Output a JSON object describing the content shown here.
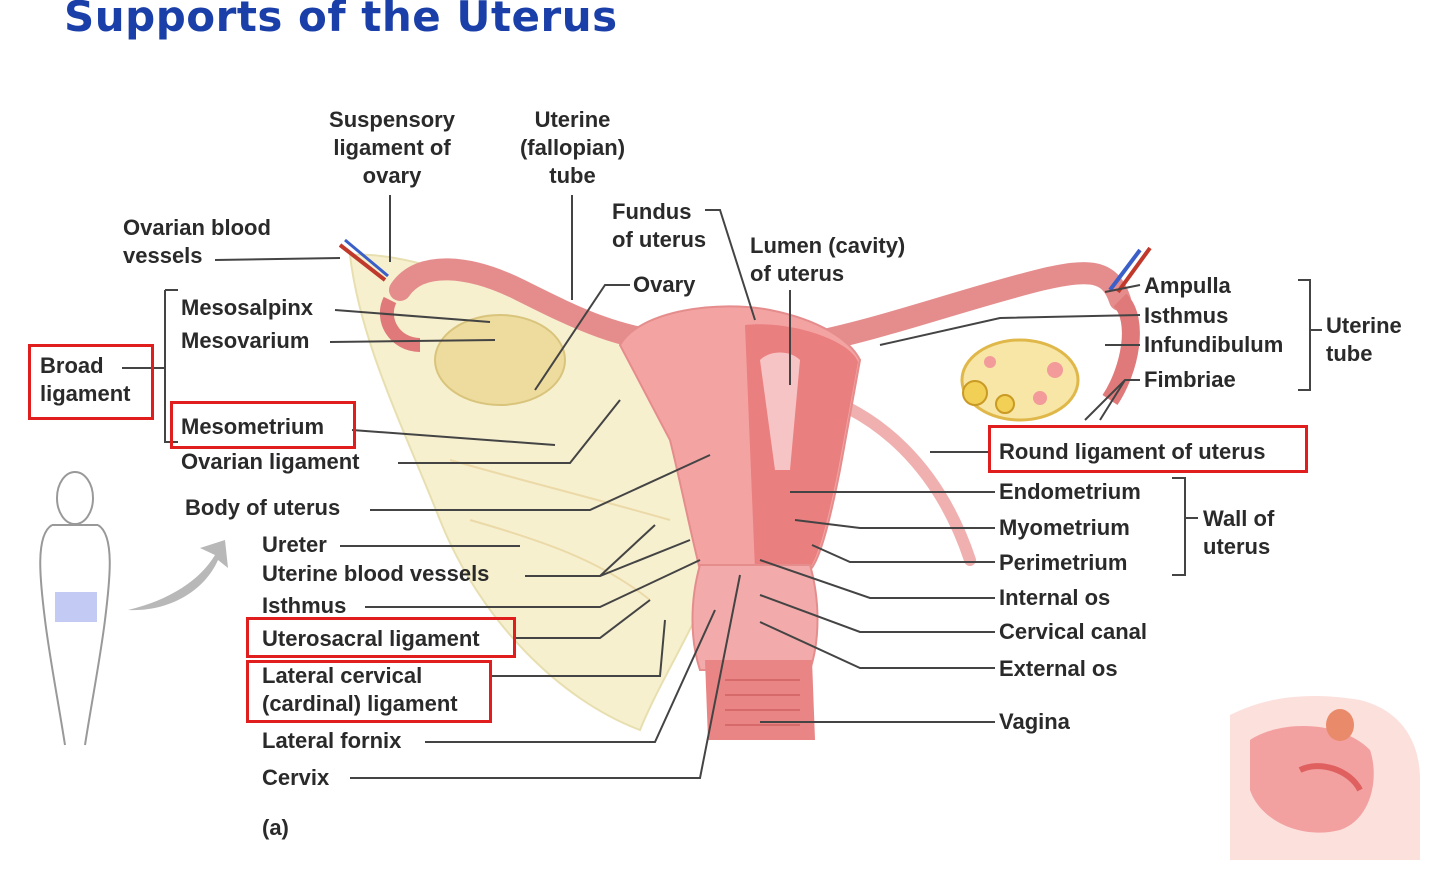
{
  "title": "Supports of the Uterus",
  "panel_label": "(a)",
  "labels": {
    "suspensory": "Suspensory\nligament of\novary",
    "uterine_tube_top": "Uterine\n(fallopian)\ntube",
    "fundus": "Fundus\nof uterus",
    "lumen": "Lumen (cavity)\nof uterus",
    "ovarian_vessels": "Ovarian blood\nvessels",
    "ovary": "Ovary",
    "mesosalpinx": "Mesosalpinx",
    "mesovarium": "Mesovarium",
    "broad": "Broad\nligament",
    "mesometrium": "Mesometrium",
    "ovarian_ligament": "Ovarian ligament",
    "body_uterus": "Body of uterus",
    "ureter": "Ureter",
    "uterine_vessels": "Uterine blood vessels",
    "isthmus_left": "Isthmus",
    "uterosacral": "Uterosacral ligament",
    "lateral_cervical": "Lateral cervical\n(cardinal) ligament",
    "lateral_fornix": "Lateral fornix",
    "cervix": "Cervix",
    "ampulla": "Ampulla",
    "isthmus_right": "Isthmus",
    "infundibulum": "Infundibulum",
    "uterine_tube_right": "Uterine\ntube",
    "fimbriae": "Fimbriae",
    "round_ligament": "Round ligament of uterus",
    "endometrium": "Endometrium",
    "myometrium": "Myometrium",
    "perimetrium": "Perimetrium",
    "wall": "Wall of\nuterus",
    "internal_os": "Internal os",
    "cervical_canal": "Cervical canal",
    "external_os": "External os",
    "vagina": "Vagina"
  },
  "highlight_color": "#e01e1e",
  "title_color": "#1a3fa8"
}
